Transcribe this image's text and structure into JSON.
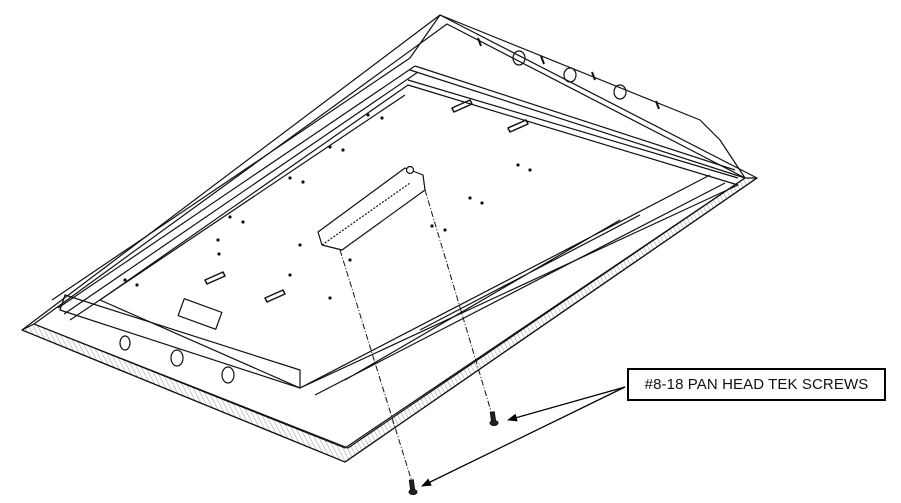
{
  "diagram": {
    "type": "exploded assembly line drawing",
    "subject": "light fixture housing with ballast cover and mounting screws",
    "line_color": "#111111",
    "background": "#ffffff"
  },
  "callout": {
    "label": "#8-18 PAN HEAD TEK SCREWS",
    "targets": [
      "screw-right",
      "screw-left"
    ]
  },
  "parts": [
    {
      "name": "housing",
      "description": "rectangular fixture housing with flanged end plates"
    },
    {
      "name": "ballast-cover",
      "description": "channel-shaped cover over ballast"
    },
    {
      "name": "screw-right",
      "description": "pan head tek screw"
    },
    {
      "name": "screw-left",
      "description": "pan head tek screw"
    }
  ]
}
